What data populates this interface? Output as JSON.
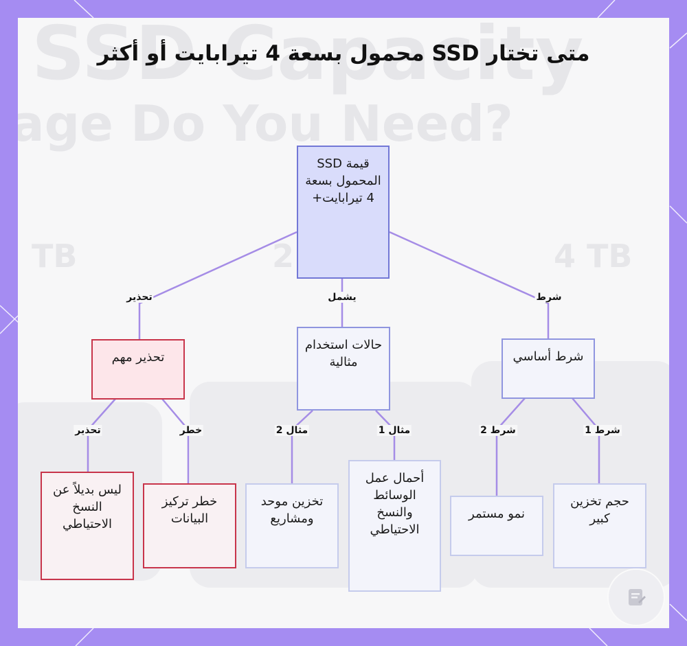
{
  "title": "متى تختار SSD محمول بسعة 4 تيرابايت أو أكثر",
  "background_text": {
    "line1": "SSD Capacity",
    "line2": "age Do You Need?",
    "left": "TB",
    "middle": "2",
    "right": "4 TB"
  },
  "colors": {
    "frame": "#a58cf2",
    "root_fill": "#d9dcfb",
    "root_border": "#7277d6",
    "warning_fill": "#fde6ea",
    "warning_border": "#c8344a",
    "edge": "#a58ce6"
  },
  "nodes": {
    "root": "قيمة SSD المحمول بسعة 4 تيرابايت+",
    "warning": "تحذير مهم",
    "use_cases": "حالات استخدام مثالية",
    "condition": "شرط أساسي",
    "no_backup": "ليس بديلاً عن النسخ الاحتياطي",
    "data_risk": "خطر تركيز البيانات",
    "unified_storage": "تخزين موحد ومشاريع",
    "media_work": "أحمال عمل الوسائط والنسخ الاحتياطي",
    "continuous_growth": "نمو مستمر",
    "large_storage": "حجم تخزين كبير"
  },
  "edge_labels": {
    "to_warning": "تحذير",
    "to_use_cases": "يشمل",
    "to_condition": "شرط",
    "warning_to_no_backup": "تحذير",
    "warning_to_risk": "خطر",
    "use_to_unified": "مثال 2",
    "use_to_media": "مثال 1",
    "cond_to_growth": "شرط 2",
    "cond_to_large": "شرط 1"
  },
  "logo_icon": "document-edit-icon"
}
